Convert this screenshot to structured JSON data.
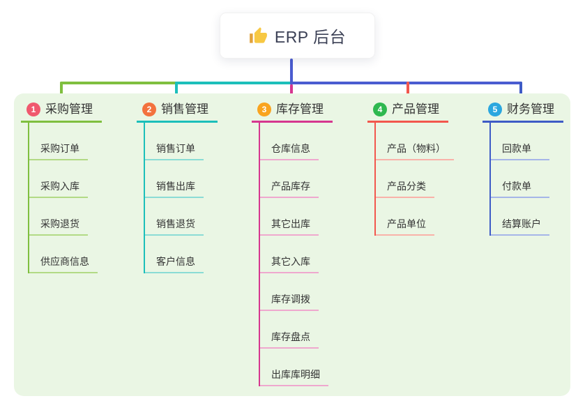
{
  "root": {
    "title": "ERP 后台",
    "icon": "thumbs-up-icon",
    "line_color": "#4a5cd0"
  },
  "panel_color": "#eaf6e4",
  "branches": [
    {
      "badge": "1",
      "label": "采购管理",
      "badge_color": "#f0586e",
      "line_color": "#7fbf3f",
      "child_line_color": "#b2da85",
      "children": [
        "采购订单",
        "采购入库",
        "采购退货",
        "供应商信息"
      ]
    },
    {
      "badge": "2",
      "label": "销售管理",
      "badge_color": "#f3723e",
      "line_color": "#1cbfba",
      "child_line_color": "#8bdcd5",
      "children": [
        "销售订单",
        "销售出库",
        "销售退货",
        "客户信息"
      ]
    },
    {
      "badge": "3",
      "label": "库存管理",
      "badge_color": "#f9a41f",
      "line_color": "#d6368f",
      "child_line_color": "#efa8ce",
      "children": [
        "仓库信息",
        "产品库存",
        "其它出库",
        "其它入库",
        "库存调拨",
        "库存盘点",
        "出库库明细"
      ]
    },
    {
      "badge": "4",
      "label": "产品管理",
      "badge_color": "#2eb84f",
      "line_color": "#f2574d",
      "child_line_color": "#f9b2a9",
      "children": [
        "产品（物料）",
        "产品分类",
        "产品单位"
      ]
    },
    {
      "badge": "5",
      "label": "财务管理",
      "badge_color": "#2ba7df",
      "line_color": "#3e5bc6",
      "child_line_color": "#a5b5e8",
      "children": [
        "回款单",
        "付款单",
        "结算账户"
      ]
    }
  ]
}
